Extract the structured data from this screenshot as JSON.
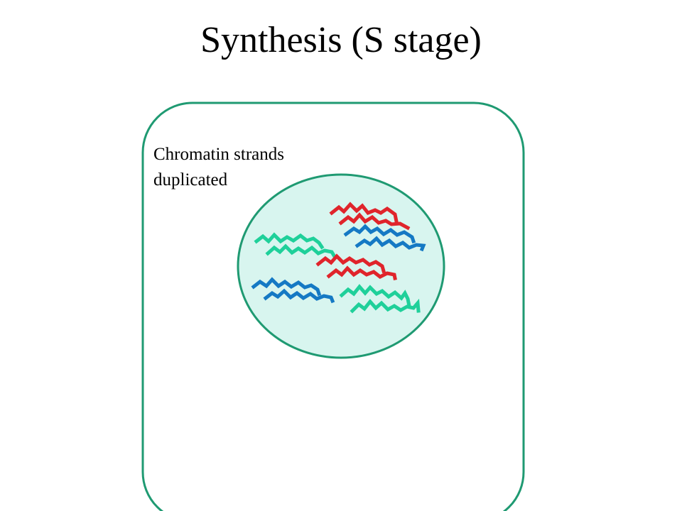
{
  "title": "Synthesis (S stage)",
  "label": {
    "line1": "Chromatin strands",
    "line2": "duplicated"
  },
  "colors": {
    "cell_border": "#1f9a72",
    "nucleus_fill": "#d8f5ef",
    "nucleus_border": "#1f9a72",
    "chromatin_red": "#e0242b",
    "chromatin_blue": "#1579c4",
    "chromatin_green": "#1fd09a"
  }
}
